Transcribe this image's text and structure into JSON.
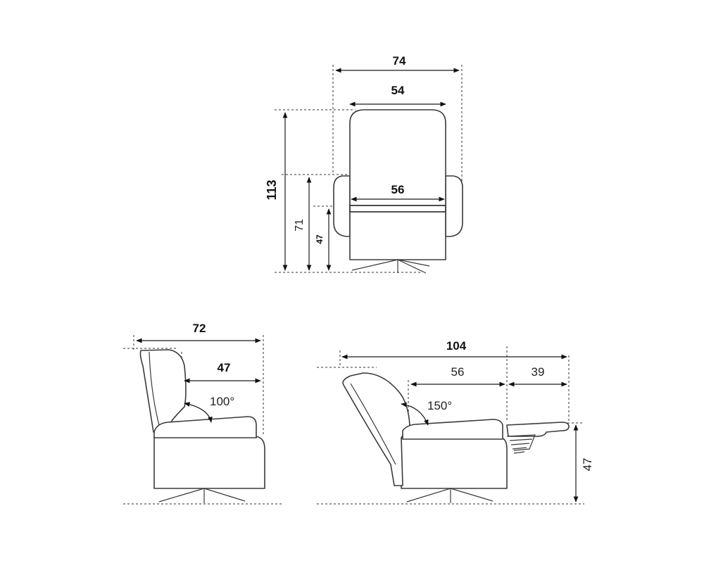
{
  "front_view": {
    "overall_width": "74",
    "back_width": "54",
    "seat_width": "56",
    "overall_height": "113",
    "armrest_height": "71",
    "seat_height": "47"
  },
  "side_view": {
    "depth": "72",
    "seat_depth": "47",
    "back_angle": "100°"
  },
  "reclined_view": {
    "overall_length": "104",
    "chair_length": "56",
    "footrest_length": "39",
    "back_angle": "150°",
    "footrest_height": "47"
  }
}
